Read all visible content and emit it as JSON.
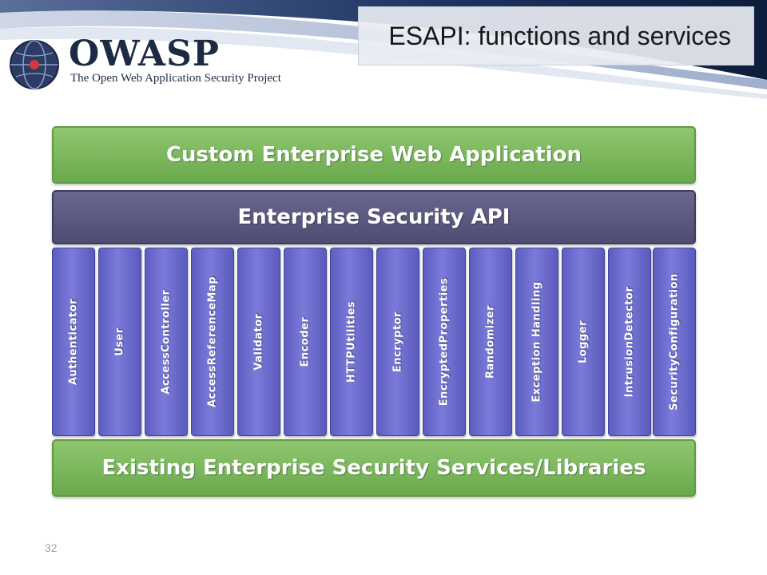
{
  "title": "ESAPI: functions and services",
  "logo": {
    "name": "OWASP",
    "tagline": "The Open Web Application Security Project"
  },
  "diagram": {
    "top_layer": "Custom Enterprise Web Application",
    "api_layer": "Enterprise Security API",
    "components": [
      "Authenticator",
      "User",
      "AccessController",
      "AccessReferenceMap",
      "Validator",
      "Encoder",
      "HTTPUtilities",
      "Encryptor",
      "EncryptedProperties",
      "Randomizer",
      "Exception Handling",
      "Logger",
      "IntrusionDetector",
      "SecurityConfiguration"
    ],
    "bottom_layer": "Existing Enterprise Security Services/Libraries"
  },
  "page_number": "32",
  "colors": {
    "green_band": "#7ab85d",
    "api_band": "#5c597f",
    "component": "#6b6bcf",
    "header_navy": "#1d2a44"
  }
}
